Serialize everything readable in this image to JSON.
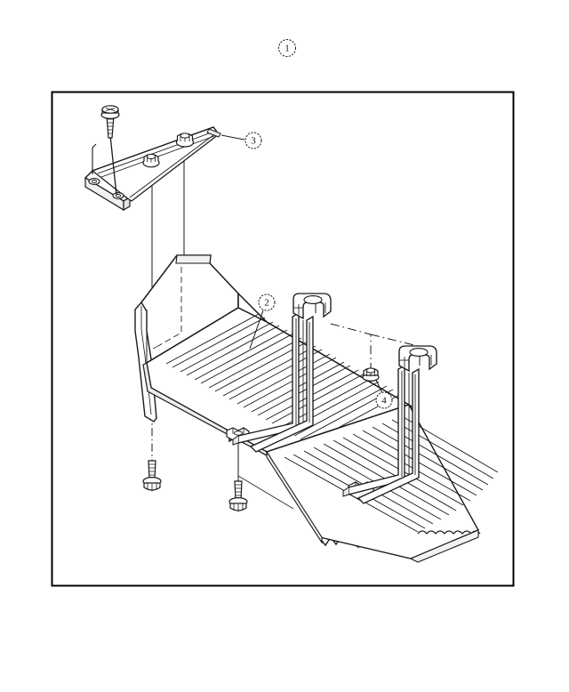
{
  "figure": {
    "number_label": "1",
    "title_callout_name": "figure-number-callout"
  },
  "frame": {
    "border_color": "#000000",
    "background_color": "#ffffff"
  },
  "colors": {
    "line": "#1a1a1a",
    "fill": "#ffffff",
    "shade": "#e8e8e8",
    "hidden_line": "#333333"
  },
  "callouts": [
    {
      "id": "callout-1",
      "label": "1",
      "name": "figure-number-callout",
      "description": "figure number"
    },
    {
      "id": "callout-2",
      "label": "2",
      "name": "callout-main-tray",
      "description": "main ribbed tray / step body"
    },
    {
      "id": "callout-3",
      "label": "3",
      "name": "callout-mounting-bracket",
      "description": "triangular mounting bracket"
    },
    {
      "id": "callout-4",
      "label": "4",
      "name": "callout-flange-nut",
      "description": "flange nut"
    }
  ],
  "parts": [
    {
      "ref": "2",
      "name": "main-tray",
      "type": "ribbed-tray"
    },
    {
      "ref": "3",
      "name": "mounting-bracket",
      "type": "triangular-bracket"
    },
    {
      "ref": "4",
      "name": "flange-nut",
      "type": "nut"
    }
  ],
  "fasteners": {
    "bolts": [
      {
        "name": "bolt-upper-left",
        "type": "hex-flange-bolt"
      },
      {
        "name": "bolt-lower-left",
        "type": "hex-flange-bolt"
      },
      {
        "name": "bolt-lower-center",
        "type": "hex-flange-bolt"
      }
    ],
    "nuts": [
      {
        "name": "nut-bracket-front",
        "type": "flange-nut"
      },
      {
        "name": "nut-bracket-rear",
        "type": "flange-nut"
      },
      {
        "name": "nut-right-post",
        "type": "flange-nut"
      }
    ]
  }
}
